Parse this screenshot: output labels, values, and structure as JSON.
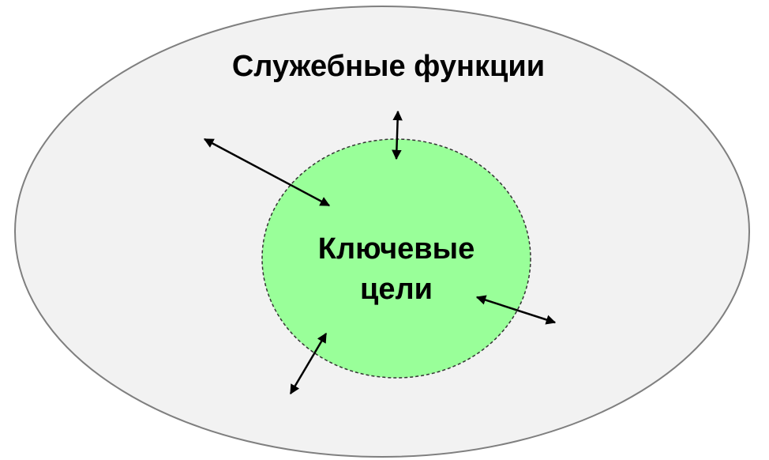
{
  "diagram": {
    "outer_label": "Служебные функции",
    "inner_label_line1": "Ключевые",
    "inner_label_line2": "цели"
  },
  "colors": {
    "outer_fill": "#f2f2f2",
    "outer_stroke": "#7f7f7f",
    "inner_fill": "#99ff99",
    "inner_stroke": "#333333",
    "arrow": "#000000",
    "text": "#000000"
  }
}
